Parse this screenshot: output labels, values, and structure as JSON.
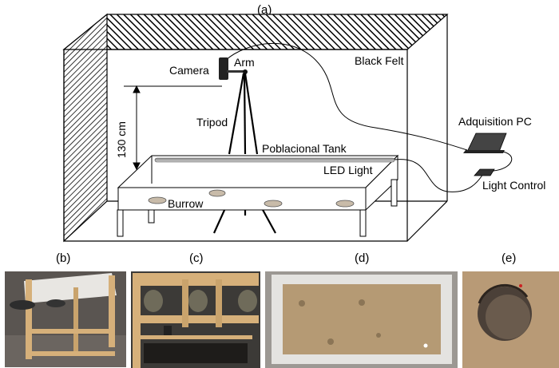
{
  "figure": {
    "panel_a_label": "(a)",
    "labels": {
      "black_felt": "Black Felt",
      "camera": "Camera",
      "arm": "Arm",
      "tripod": "Tripod",
      "height": "130 cm",
      "tank": "Poblacional Tank",
      "led_light": "LED Light",
      "burrow": "Burrow",
      "pc": "Adquisition PC",
      "light_control": "Light Control"
    },
    "photo_panels": [
      {
        "label": "(b)",
        "subject": "tank-side-photo"
      },
      {
        "label": "(c)",
        "subject": "tank-underside-photo"
      },
      {
        "label": "(d)",
        "subject": "tank-top-photo"
      },
      {
        "label": "(e)",
        "subject": "burrow-closeup-photo"
      }
    ],
    "colors": {
      "line": "#000000",
      "burrow_fill": "#c8bba9",
      "sand": "#b59a74",
      "wood": "#d6b07a"
    }
  }
}
